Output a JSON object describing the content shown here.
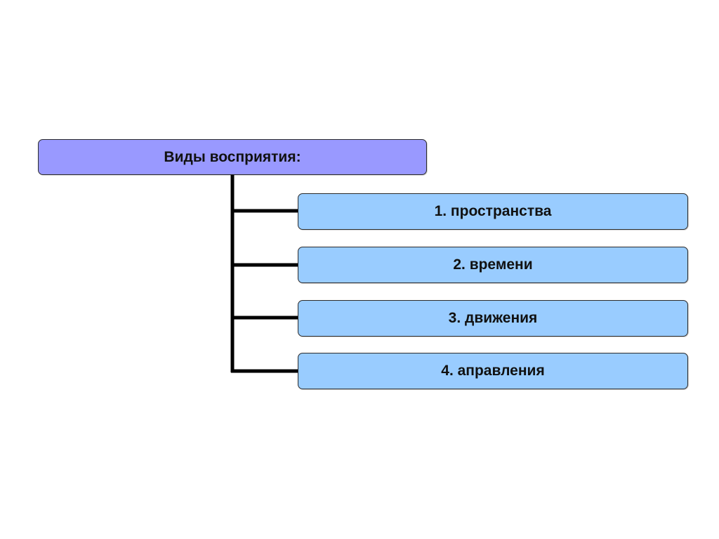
{
  "diagram": {
    "root": {
      "label": "Виды восприятия:",
      "color": "#9999ff"
    },
    "children": [
      {
        "label": "1. пространства"
      },
      {
        "label": "2. времени"
      },
      {
        "label": "3. движения"
      },
      {
        "label": "4. аправления"
      }
    ],
    "child_color": "#99ccff",
    "connector_color": "#000000"
  }
}
